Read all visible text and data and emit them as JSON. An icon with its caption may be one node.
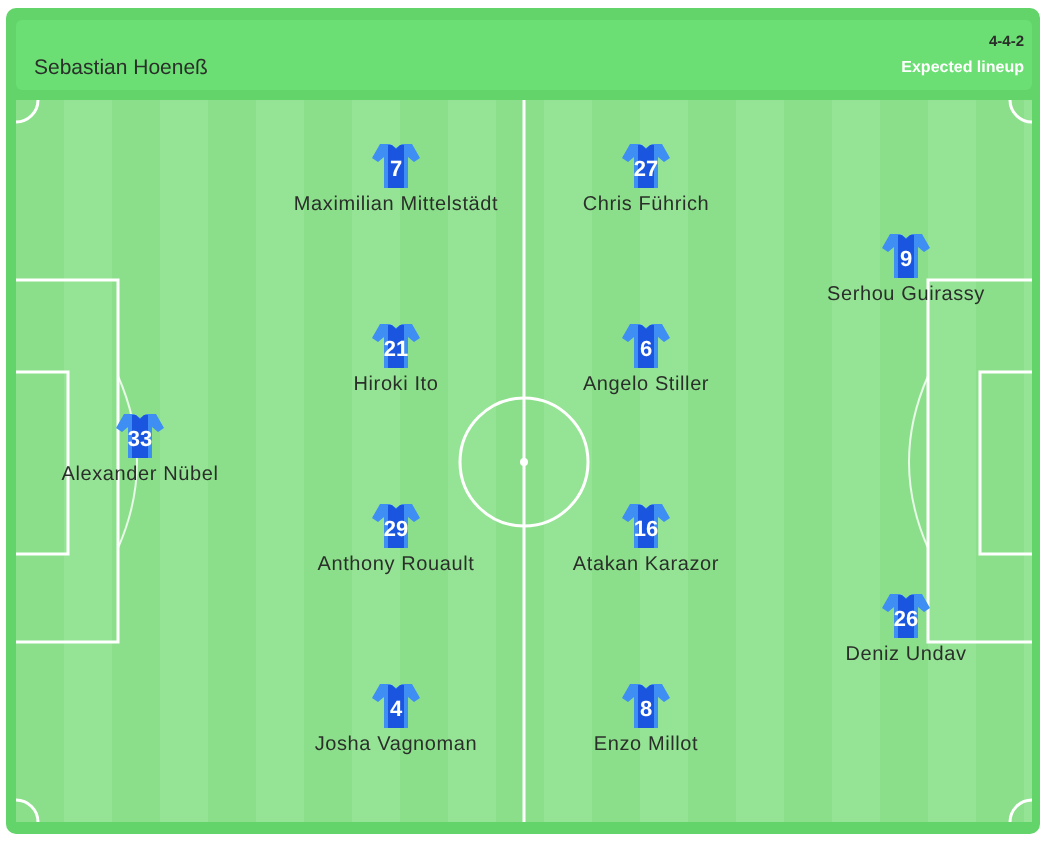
{
  "diagram": {
    "nodes": [
      {
        "text": [
          "7"
        ],
        "beside": [
          "Maximilian Mittelstädt"
        ]
      },
      {
        "text": [
          "27"
        ],
        "beside": [
          "Chris Führich"
        ]
      },
      {
        "text": [
          "9"
        ],
        "beside": [
          "Serhou Guirassy"
        ]
      },
      {
        "text": [
          "21"
        ],
        "beside": [
          "Hiroki Ito"
        ]
      },
      {
        "text": [
          "6"
        ],
        "beside": [
          "Angelo Stiller"
        ]
      },
      {
        "text": [
          "33"
        ],
        "beside": [
          "Alexander Nübel"
        ]
      },
      {
        "text": [
          "29"
        ],
        "beside": [
          "Anthony Rouault"
        ]
      },
      {
        "text": [
          "16"
        ],
        "beside": [
          "Atakan Karazor"
        ]
      },
      {
        "text": [
          "26"
        ],
        "beside": [
          "Deniz Undav"
        ]
      },
      {
        "text": [
          "4"
        ],
        "beside": [
          "Josha Vagnoman"
        ]
      },
      {
        "text": [
          "8"
        ],
        "beside": [
          "Enzo Millot"
        ]
      }
    ],
    "labels": [
      "Sebastian Hoeneß",
      "4-4-2",
      "Expected lineup"
    ]
  }
}
